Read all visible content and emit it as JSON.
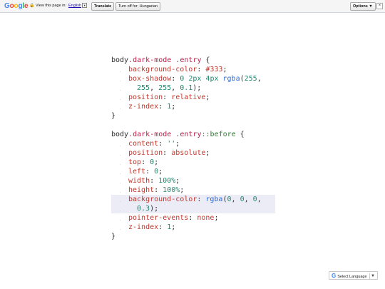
{
  "translate_bar": {
    "logo_letters": [
      {
        "ch": "G",
        "color": "#4285f4"
      },
      {
        "ch": "o",
        "color": "#ea4335"
      },
      {
        "ch": "o",
        "color": "#fbbc05"
      },
      {
        "ch": "g",
        "color": "#4285f4"
      },
      {
        "ch": "l",
        "color": "#34a853"
      },
      {
        "ch": "e",
        "color": "#ea4335"
      }
    ],
    "view_text": "View this page in:",
    "language": "English",
    "translate_label": "Translate",
    "turn_off_label": "Turn off for: Hungarian",
    "options_label": "Options ▼",
    "close_label": "×"
  },
  "code_blocks": [
    {
      "selector": [
        {
          "t": "body",
          "c": "sel"
        },
        {
          "t": ".dark-mode",
          "c": "cls"
        },
        {
          "t": " ",
          "c": "pun"
        },
        {
          "t": ".entry",
          "c": "cls"
        },
        {
          "t": " {",
          "c": "pun"
        }
      ],
      "lines": [
        {
          "hl": false,
          "tokens": [
            {
              "t": "background-color",
              "c": "prop"
            },
            {
              "t": ": ",
              "c": "pun"
            },
            {
              "t": "#333",
              "c": "val"
            },
            {
              "t": ";",
              "c": "pun"
            }
          ]
        },
        {
          "hl": false,
          "tokens": [
            {
              "t": "box-shadow",
              "c": "prop"
            },
            {
              "t": ": ",
              "c": "pun"
            },
            {
              "t": "0",
              "c": "num"
            },
            {
              "t": " ",
              "c": "pun"
            },
            {
              "t": "2px",
              "c": "num"
            },
            {
              "t": " ",
              "c": "pun"
            },
            {
              "t": "4px",
              "c": "num"
            },
            {
              "t": " ",
              "c": "pun"
            },
            {
              "t": "rgba",
              "c": "fn"
            },
            {
              "t": "(",
              "c": "pun"
            },
            {
              "t": "255",
              "c": "num"
            },
            {
              "t": ",",
              "c": "pun"
            }
          ]
        },
        {
          "hl": false,
          "cont": true,
          "tokens": [
            {
              "t": "255",
              "c": "num"
            },
            {
              "t": ", ",
              "c": "pun"
            },
            {
              "t": "255",
              "c": "num"
            },
            {
              "t": ", ",
              "c": "pun"
            },
            {
              "t": "0.1",
              "c": "num"
            },
            {
              "t": ");",
              "c": "pun"
            }
          ]
        },
        {
          "hl": false,
          "tokens": [
            {
              "t": "position",
              "c": "prop"
            },
            {
              "t": ": ",
              "c": "pun"
            },
            {
              "t": "relative",
              "c": "val"
            },
            {
              "t": ";",
              "c": "pun"
            }
          ]
        },
        {
          "hl": false,
          "tokens": [
            {
              "t": "z-index",
              "c": "prop"
            },
            {
              "t": ": ",
              "c": "pun"
            },
            {
              "t": "1",
              "c": "num"
            },
            {
              "t": ";",
              "c": "pun"
            }
          ]
        }
      ],
      "close": "}"
    },
    {
      "selector": [
        {
          "t": "body",
          "c": "sel"
        },
        {
          "t": ".dark-mode",
          "c": "cls"
        },
        {
          "t": " ",
          "c": "pun"
        },
        {
          "t": ".entry",
          "c": "cls"
        },
        {
          "t": "::before",
          "c": "pseudo"
        },
        {
          "t": " {",
          "c": "pun"
        }
      ],
      "lines": [
        {
          "hl": false,
          "tokens": [
            {
              "t": "content",
              "c": "prop"
            },
            {
              "t": ": ",
              "c": "pun"
            },
            {
              "t": "''",
              "c": "str"
            },
            {
              "t": ";",
              "c": "pun"
            }
          ]
        },
        {
          "hl": false,
          "tokens": [
            {
              "t": "position",
              "c": "prop"
            },
            {
              "t": ": ",
              "c": "pun"
            },
            {
              "t": "absolute",
              "c": "val"
            },
            {
              "t": ";",
              "c": "pun"
            }
          ]
        },
        {
          "hl": false,
          "tokens": [
            {
              "t": "top",
              "c": "prop"
            },
            {
              "t": ": ",
              "c": "pun"
            },
            {
              "t": "0",
              "c": "num"
            },
            {
              "t": ";",
              "c": "pun"
            }
          ]
        },
        {
          "hl": false,
          "tokens": [
            {
              "t": "left",
              "c": "prop"
            },
            {
              "t": ": ",
              "c": "pun"
            },
            {
              "t": "0",
              "c": "num"
            },
            {
              "t": ";",
              "c": "pun"
            }
          ]
        },
        {
          "hl": false,
          "tokens": [
            {
              "t": "width",
              "c": "prop"
            },
            {
              "t": ": ",
              "c": "pun"
            },
            {
              "t": "100%",
              "c": "num"
            },
            {
              "t": ";",
              "c": "pun"
            }
          ]
        },
        {
          "hl": false,
          "tokens": [
            {
              "t": "height",
              "c": "prop"
            },
            {
              "t": ": ",
              "c": "pun"
            },
            {
              "t": "100%",
              "c": "num"
            },
            {
              "t": ";",
              "c": "pun"
            }
          ]
        },
        {
          "hl": true,
          "tokens": [
            {
              "t": "background-color",
              "c": "prop"
            },
            {
              "t": ": ",
              "c": "pun"
            },
            {
              "t": "rgba",
              "c": "fn"
            },
            {
              "t": "(",
              "c": "pun"
            },
            {
              "t": "0",
              "c": "num"
            },
            {
              "t": ", ",
              "c": "pun"
            },
            {
              "t": "0",
              "c": "num"
            },
            {
              "t": ", ",
              "c": "pun"
            },
            {
              "t": "0",
              "c": "num"
            },
            {
              "t": ",",
              "c": "pun"
            }
          ]
        },
        {
          "hl": true,
          "cont": true,
          "tokens": [
            {
              "t": "0.3",
              "c": "num"
            },
            {
              "t": ");",
              "c": "pun"
            }
          ]
        },
        {
          "hl": false,
          "tokens": [
            {
              "t": "pointer-events",
              "c": "prop"
            },
            {
              "t": ": ",
              "c": "pun"
            },
            {
              "t": "none",
              "c": "val"
            },
            {
              "t": ";",
              "c": "pun"
            }
          ]
        },
        {
          "hl": false,
          "tokens": [
            {
              "t": "z-index",
              "c": "prop"
            },
            {
              "t": ": ",
              "c": "pun"
            },
            {
              "t": "1",
              "c": "num"
            },
            {
              "t": ";",
              "c": "pun"
            }
          ]
        }
      ],
      "close": "}"
    }
  ],
  "select_language": {
    "g_icon": "G",
    "label": "Select Language",
    "arrow": "▼"
  }
}
